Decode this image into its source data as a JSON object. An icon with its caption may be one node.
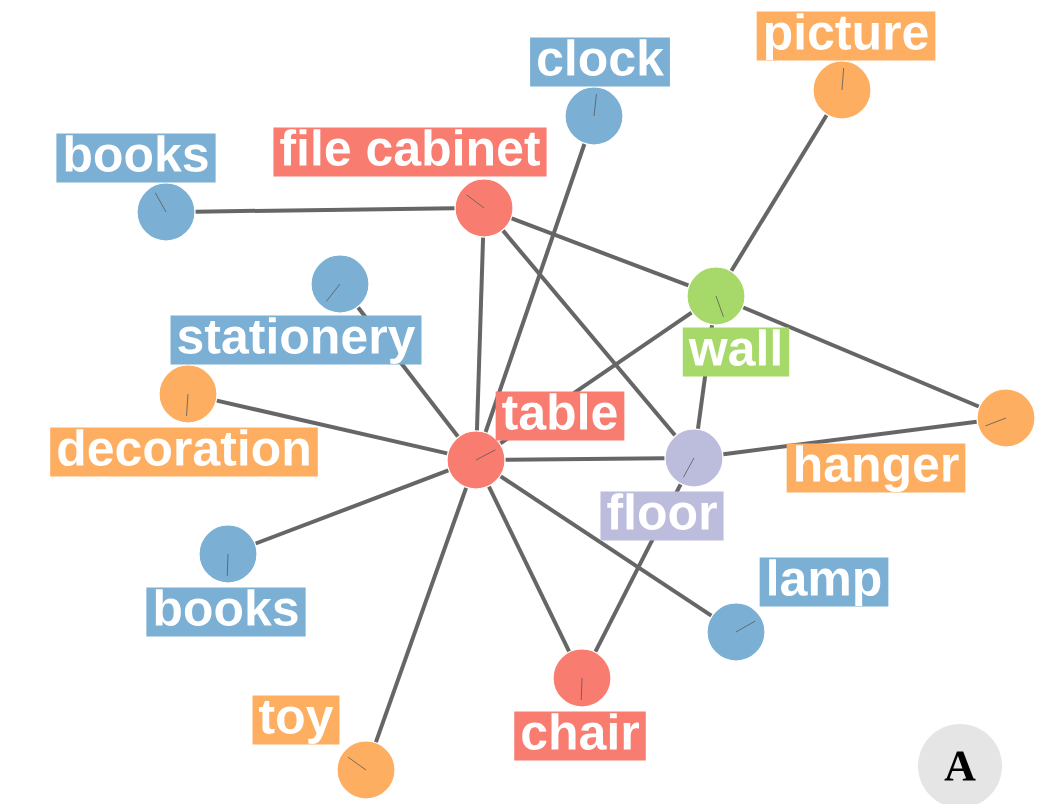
{
  "diagram": {
    "nodes": [
      {
        "text": [
          "clock"
        ]
      },
      {
        "text": [
          "picture"
        ]
      },
      {
        "text": [
          "books"
        ]
      },
      {
        "text": [
          "file cabinet"
        ]
      },
      {
        "text": [
          "stationery"
        ]
      },
      {
        "text": [
          "wall"
        ]
      },
      {
        "text": [
          "decoration"
        ]
      },
      {
        "text": [
          "table"
        ]
      },
      {
        "text": [
          "floor"
        ]
      },
      {
        "text": [
          "hanger"
        ]
      },
      {
        "text": [
          "books"
        ]
      },
      {
        "text": [
          "lamp"
        ]
      },
      {
        "text": [
          "chair"
        ]
      },
      {
        "text": [
          "toy"
        ]
      }
    ],
    "edges": [
      {
        "from": 2,
        "to": 3,
        "arrow": "none"
      },
      {
        "from": 3,
        "to": 5,
        "arrow": "none"
      },
      {
        "from": 3,
        "to": 7,
        "arrow": "none"
      },
      {
        "from": 3,
        "to": 8,
        "arrow": "none"
      },
      {
        "from": 0,
        "to": 7,
        "arrow": "none"
      },
      {
        "from": 1,
        "to": 5,
        "arrow": "none"
      },
      {
        "from": 5,
        "to": 7,
        "arrow": "none"
      },
      {
        "from": 5,
        "to": 9,
        "arrow": "none"
      },
      {
        "from": 5,
        "to": 8,
        "arrow": "none"
      },
      {
        "from": 4,
        "to": 7,
        "arrow": "none"
      },
      {
        "from": 6,
        "to": 7,
        "arrow": "none"
      },
      {
        "from": 10,
        "to": 7,
        "arrow": "none"
      },
      {
        "from": 13,
        "to": 7,
        "arrow": "none"
      },
      {
        "from": 7,
        "to": 12,
        "arrow": "none"
      },
      {
        "from": 7,
        "to": 8,
        "arrow": "none"
      },
      {
        "from": 7,
        "to": 11,
        "arrow": "none"
      },
      {
        "from": 8,
        "to": 9,
        "arrow": "none"
      },
      {
        "from": 12,
        "to": 8,
        "arrow": "none"
      }
    ],
    "labels": [
      "A"
    ]
  }
}
